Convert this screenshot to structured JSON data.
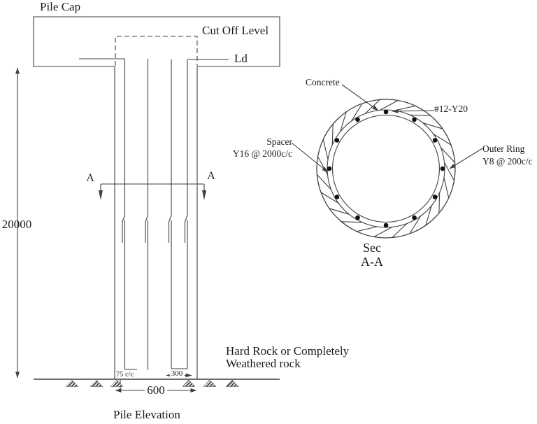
{
  "elevation": {
    "pile_cap": "Pile Cap",
    "cut_off_level": "Cut Off Level",
    "ld": "Ld",
    "length_dimension": "20000",
    "section_marker_left": "A",
    "section_marker_right": "A",
    "bottom_ring_spacing": "75 c/c",
    "bar_spacing_dimension": "300",
    "pile_width_dimension": "600",
    "stratum_line1": "Hard Rock or Completely",
    "stratum_line2": "Weathered rock",
    "caption": "Pile Elevation"
  },
  "section": {
    "concrete": "Concrete",
    "main_bars": "#12-Y20",
    "spacer_line1": "Spacer",
    "spacer_line2": "Y16 @ 2000c/c",
    "outer_ring_line1": "Outer Ring",
    "outer_ring_line2": "Y8 @ 200c/c",
    "caption_line1": "Sec",
    "caption_line2": "A-A"
  },
  "colors": {
    "line": "#3f3f3f",
    "text": "#1b1b1b",
    "background": "#ffffff"
  }
}
